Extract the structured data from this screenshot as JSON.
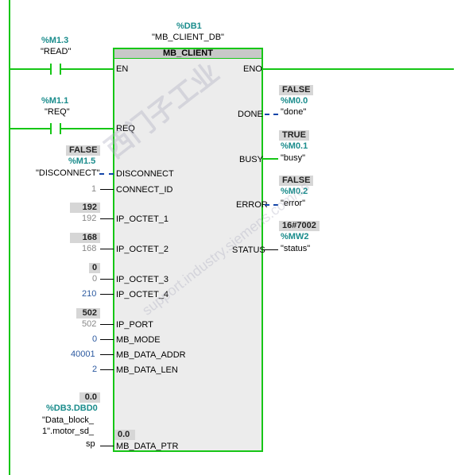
{
  "block": {
    "instance_operand": "%DB1",
    "instance_name": "\"MB_CLIENT_DB\"",
    "type_name": "MB_CLIENT",
    "in_pins": {
      "en": "EN",
      "req": "REQ",
      "disconnect": "DISCONNECT",
      "connect_id": "CONNECT_ID",
      "ip1": "IP_OCTET_1",
      "ip2": "IP_OCTET_2",
      "ip3": "IP_OCTET_3",
      "ip4": "IP_OCTET_4",
      "port": "IP_PORT",
      "mode": "MB_MODE",
      "addr": "MB_DATA_ADDR",
      "len": "MB_DATA_LEN",
      "ptr": "MB_DATA_PTR"
    },
    "out_pins": {
      "eno": "ENO",
      "done": "DONE",
      "busy": "BUSY",
      "error": "ERROR",
      "status": "STATUS"
    }
  },
  "contacts": {
    "read": {
      "operand": "%M1.3",
      "tag": "\"READ\""
    },
    "req": {
      "operand": "%M1.1",
      "tag": "\"REQ\""
    }
  },
  "inputs": {
    "disconnect": {
      "value": "FALSE",
      "operand": "%M1.5",
      "tag": "\"DISCONNECT\""
    },
    "connect_id": "1",
    "ip1": {
      "value": "192",
      "const": "192"
    },
    "ip2": {
      "value": "168",
      "const": "168"
    },
    "ip3": {
      "value": "0",
      "const": "0"
    },
    "ip4": "210",
    "port": {
      "value": "502",
      "const": "502"
    },
    "mode": "0",
    "addr": "40001",
    "len": "2",
    "ptr": {
      "value": "0.0",
      "operand": "%DB3.DBD0",
      "tag_l1": "\"Data_block_",
      "tag_l2": "1\".motor_sd_",
      "tag_l3": "sp",
      "inner_value": "0.0"
    }
  },
  "outputs": {
    "done": {
      "value": "FALSE",
      "operand": "%M0.0",
      "tag": "\"done\""
    },
    "busy": {
      "value": "TRUE",
      "operand": "%M0.1",
      "tag": "\"busy\""
    },
    "error": {
      "value": "FALSE",
      "operand": "%M0.2",
      "tag": "\"error\""
    },
    "status": {
      "value": "16#7002",
      "operand": "%MW2",
      "tag": "\"status\""
    }
  },
  "watermark": {
    "line1": "西门子工业",
    "line2": "support.industry.siemens.com/cs"
  },
  "colors": {
    "powerflow": "#16c616",
    "dashed": "#1446a8",
    "operand": "#1a8c8c"
  }
}
